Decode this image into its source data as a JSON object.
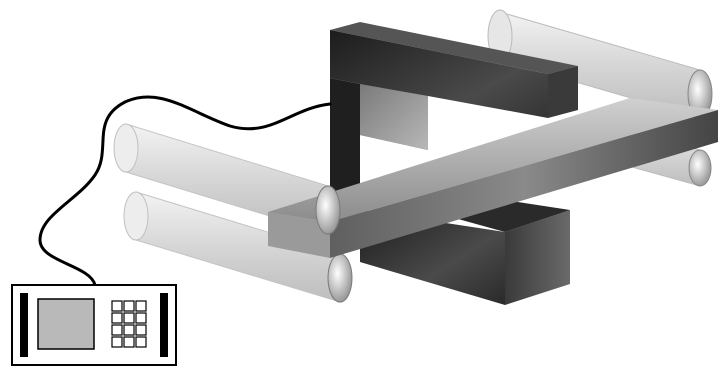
{
  "scene": {
    "background": "#ffffff",
    "components": [
      {
        "id": "magnet-yoke",
        "icon": "c-shaped-magnet-icon",
        "color": "#2f2f2f"
      },
      {
        "id": "rollers",
        "icon": "roller-icon",
        "count": 4,
        "color": "#d8d8d8"
      },
      {
        "id": "test-bar",
        "icon": "metal-bar-icon",
        "color": "#8a8a8a"
      },
      {
        "id": "control-unit",
        "icon": "control-panel-icon",
        "keypad_keys": 12,
        "color": "#b9b9b9"
      },
      {
        "id": "cable",
        "icon": "cable-icon",
        "color": "#000000"
      }
    ]
  }
}
